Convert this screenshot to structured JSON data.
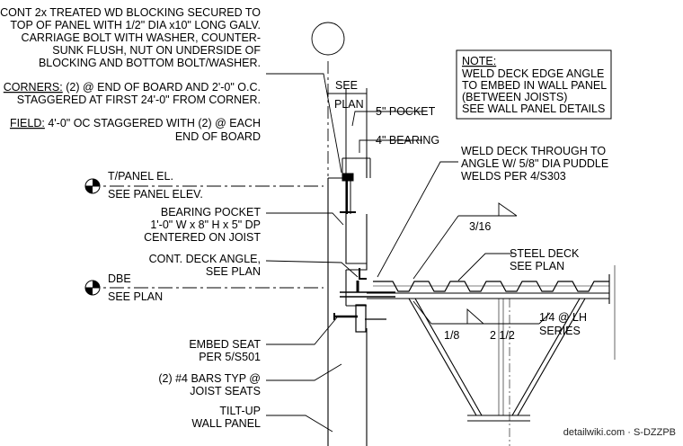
{
  "notes": {
    "blocking": [
      "CONT 2x TREATED WD BLOCKING SECURED TO",
      "TOP OF PANEL WITH 1/2\" DIA x10\" LONG GALV.",
      "CARRIAGE BOLT WITH WASHER, COUNTER-",
      "SUNK FLUSH, NUT ON UNDERSIDE OF",
      "BLOCKING AND BOTTOM BOLT/WASHER."
    ],
    "corners_label": "CORNERS:",
    "corners_rest": " (2) @ END OF BOARD AND 2'-0\" O.C.",
    "corners_line2": "STAGGERED AT FIRST 24'-0\" FROM CORNER.",
    "field_label": "FIELD:",
    "field_rest": " 4'-0\" OC STAGGERED WITH (2) @ EACH",
    "field_line2": "END OF BOARD",
    "note_box": {
      "title": "NOTE:",
      "lines": [
        "WELD DECK EDGE ANGLE",
        "TO EMBED IN WALL PANEL",
        "(BETWEEN JOISTS)",
        "SEE WALL PANEL DETAILS"
      ]
    }
  },
  "labels": {
    "see": "SEE",
    "plan": "PLAN",
    "pocket": "5\" POCKET",
    "bearing": "4\" BEARING",
    "weld_deck": [
      "WELD DECK THROUGH TO",
      "ANGLE W/ 5/8\" DIA PUDDLE",
      "WELDS PER 4/S303"
    ],
    "weld_size_top": "3/16",
    "tpanel_el": "T/PANEL EL.",
    "see_panel_elev": "SEE PANEL ELEV.",
    "bearing_pocket": [
      "BEARING POCKET",
      "1'-0\" W x 8\" H x 5\" DP",
      "CENTERED ON JOIST"
    ],
    "deck_angle": [
      "CONT. DECK ANGLE,",
      "SEE PLAN"
    ],
    "steel_deck": [
      "STEEL DECK",
      "SEE PLAN"
    ],
    "dbe": "DBE",
    "see_plan": "SEE PLAN",
    "weld_lh": [
      "1/4 @ LH",
      "SERIES"
    ],
    "weld_left": "1/8",
    "weld_right": "2 1/2",
    "embed_seat": [
      "EMBED SEAT",
      "PER 5/S501"
    ],
    "bars": [
      "(2) #4 BARS TYP @",
      "JOIST SEATS"
    ],
    "tilt_up": [
      "TILT-UP",
      "WALL PANEL"
    ]
  },
  "watermark": "detailwiki.com · S-DZZPB"
}
